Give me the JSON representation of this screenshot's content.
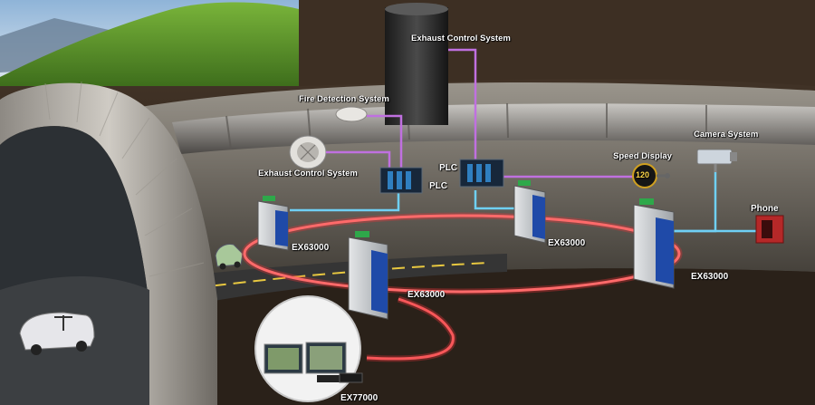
{
  "labels": {
    "exhaust_top": "Exhaust Control System",
    "fire_detection": "Fire Detection System",
    "exhaust_left": "Exhaust Control System",
    "plc_left": "PLC",
    "plc_right": "PLC",
    "speed_display": "Speed Display",
    "speed_value": "120",
    "camera_system": "Camera System",
    "phone": "Phone",
    "switch_1": "EX63000",
    "switch_2": "EX63000",
    "switch_3": "EX63000",
    "switch_4": "EX63000",
    "converter": "EX77000"
  },
  "colors": {
    "ring": "#e8343a",
    "control_link": "#c070e0",
    "camera_link": "#58c0f0",
    "plc_link": "#6fd0f5",
    "switch_blue": "#1f4aa8"
  }
}
